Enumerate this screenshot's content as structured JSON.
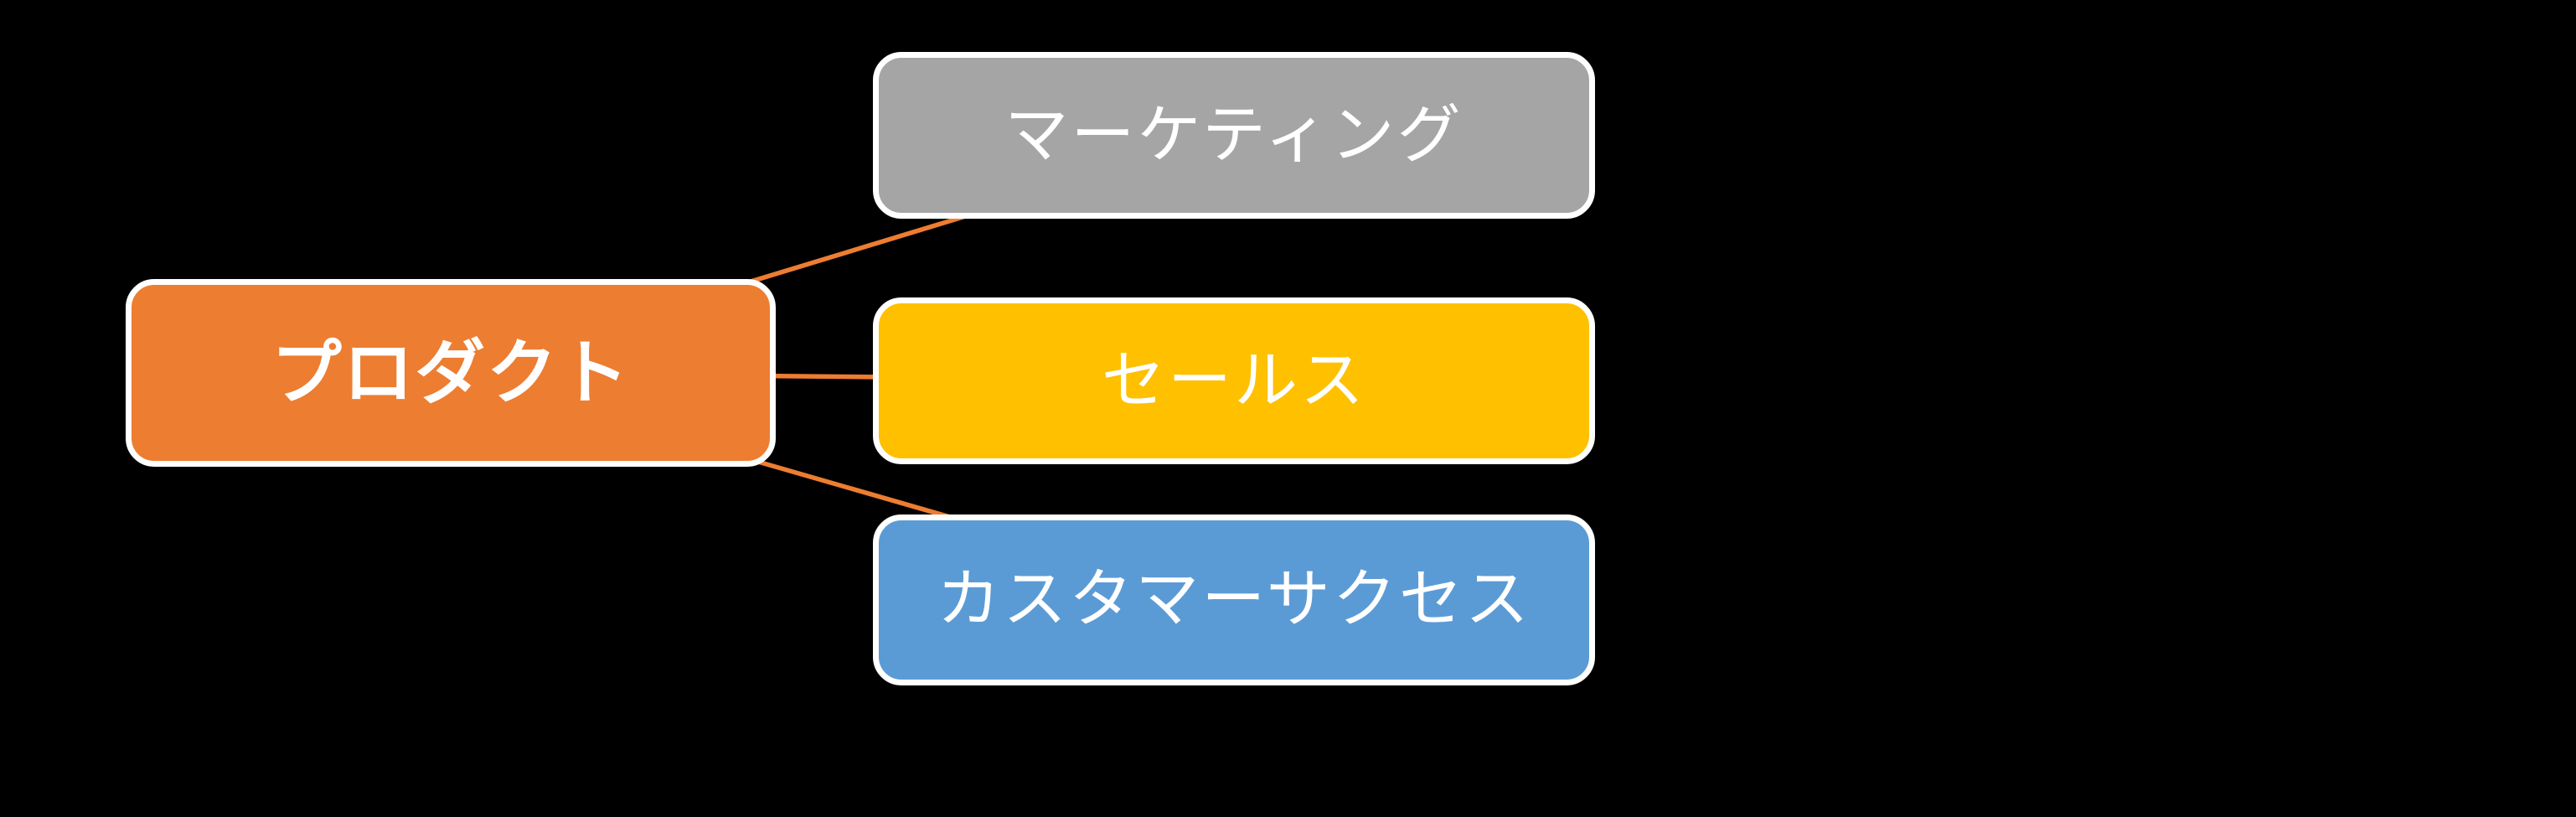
{
  "diagram": {
    "type": "hierarchy",
    "background_color": "#000000",
    "border_color": "#ffffff",
    "text_color": "#ffffff",
    "connector_color": "#ED7D31",
    "root": {
      "label": "プロダクト",
      "fill": "#ED7D31"
    },
    "children": [
      {
        "label": "マーケティング",
        "fill": "#A5A5A5"
      },
      {
        "label": "セールス",
        "fill": "#FFC000"
      },
      {
        "label": "カスタマーサクセス",
        "fill": "#5B9BD5"
      }
    ]
  }
}
